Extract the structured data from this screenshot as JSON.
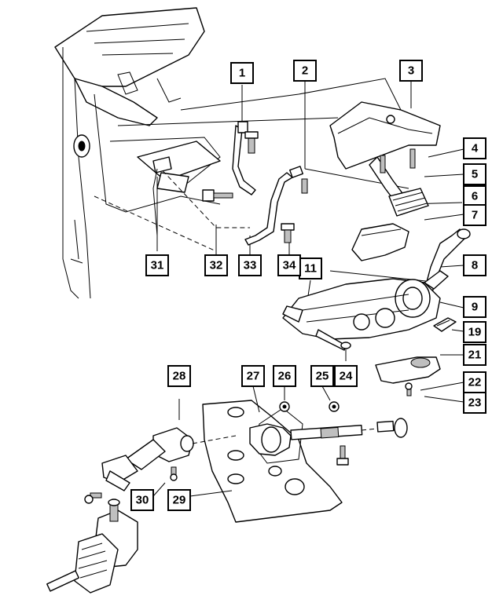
{
  "callouts": [
    {
      "id": "c1",
      "label": "1"
    },
    {
      "id": "c2",
      "label": "2"
    },
    {
      "id": "c3",
      "label": "3"
    },
    {
      "id": "c4",
      "label": "4"
    },
    {
      "id": "c5",
      "label": "5"
    },
    {
      "id": "c6",
      "label": "6"
    },
    {
      "id": "c7",
      "label": "7"
    },
    {
      "id": "c8",
      "label": "8"
    },
    {
      "id": "c9",
      "label": "9"
    },
    {
      "id": "c11",
      "label": "11"
    },
    {
      "id": "c19",
      "label": "19"
    },
    {
      "id": "c21",
      "label": "21"
    },
    {
      "id": "c22",
      "label": "22"
    },
    {
      "id": "c23",
      "label": "23"
    },
    {
      "id": "c24",
      "label": "24"
    },
    {
      "id": "c25",
      "label": "25"
    },
    {
      "id": "c26",
      "label": "26"
    },
    {
      "id": "c27",
      "label": "27"
    },
    {
      "id": "c28",
      "label": "28"
    },
    {
      "id": "c29",
      "label": "29"
    },
    {
      "id": "c30",
      "label": "30"
    },
    {
      "id": "c31",
      "label": "31"
    },
    {
      "id": "c32",
      "label": "32"
    },
    {
      "id": "c33",
      "label": "33"
    },
    {
      "id": "c34",
      "label": "34"
    }
  ]
}
